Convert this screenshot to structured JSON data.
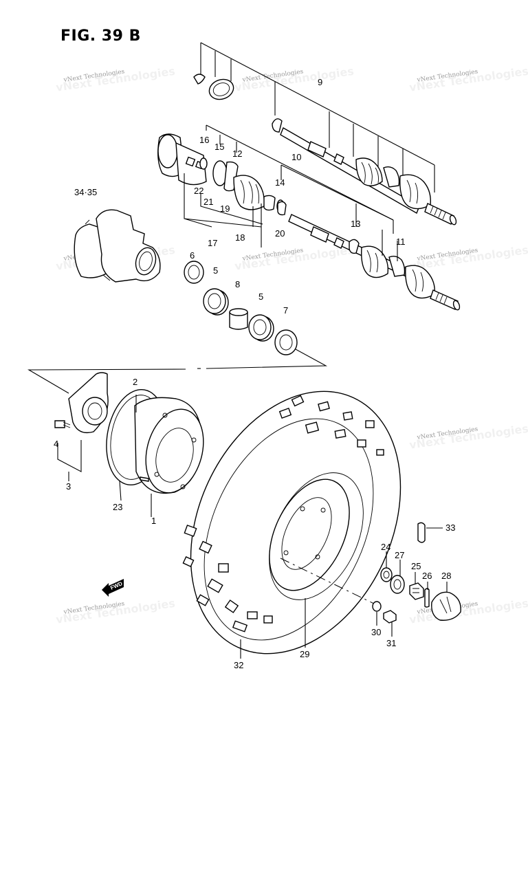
{
  "figure": {
    "title": "FIG. 39 B"
  },
  "watermark": {
    "small_text": "vNext Technologies"
  },
  "fwd_label": "FWD",
  "callouts": {
    "c1": "1",
    "c2": "2",
    "c3": "3",
    "c4": "4",
    "c5a": "5",
    "c5b": "5",
    "c6": "6",
    "c7": "7",
    "c8": "8",
    "c9": "9",
    "c10": "10",
    "c11": "11",
    "c12": "12",
    "c13": "13",
    "c14": "14",
    "c15": "15",
    "c16": "16",
    "c17": "17",
    "c18": "18",
    "c19": "19",
    "c20": "20",
    "c21": "21",
    "c22": "22",
    "c23": "23",
    "c24": "24",
    "c25": "25",
    "c26": "26",
    "c27": "27",
    "c28": "28",
    "c29": "29",
    "c30": "30",
    "c31": "31",
    "c32": "32",
    "c33": "33",
    "c3435": "34·35"
  }
}
